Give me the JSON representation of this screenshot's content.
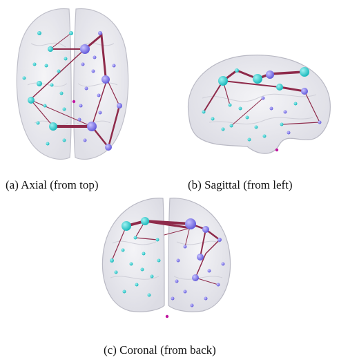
{
  "captions": {
    "axial": "(a) Axial (from top)",
    "sagittal": "(b) Sagittal (from left)",
    "coronal": "(c) Coronal (from back)"
  },
  "colors": {
    "left_hemisphere_node": "#19c9c9",
    "right_hemisphere_node": "#7b73e6",
    "reference_node": "#c0149e",
    "edge": "#8e2a4a",
    "brain_fill": "#e9e9ef",
    "brain_outline": "#b9b9c4"
  }
}
